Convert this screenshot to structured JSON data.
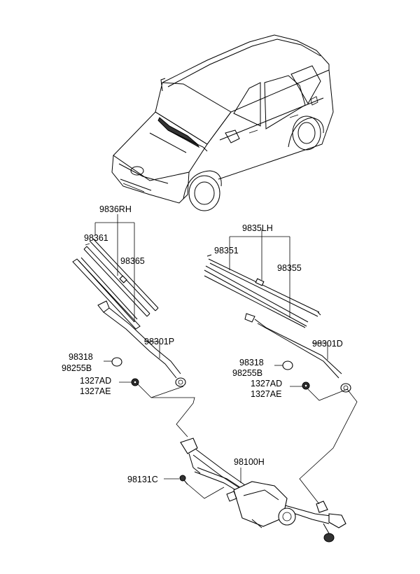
{
  "labels": {
    "rh_assembly": "9836RH",
    "rh_blade": "98361",
    "rh_refill": "98365",
    "lh_assembly": "9835LH",
    "lh_blade": "98351",
    "lh_refill": "98355",
    "rh_arm": "98301P",
    "lh_arm": "98301D",
    "rh_cap_a": "98318",
    "rh_cap_b": "98255B",
    "rh_nut_a": "1327AD",
    "rh_nut_b": "1327AE",
    "lh_cap_a": "98318",
    "lh_cap_b": "98255B",
    "lh_nut_a": "1327AD",
    "lh_nut_b": "1327AE",
    "linkage": "98100H",
    "bolt": "98131C"
  }
}
